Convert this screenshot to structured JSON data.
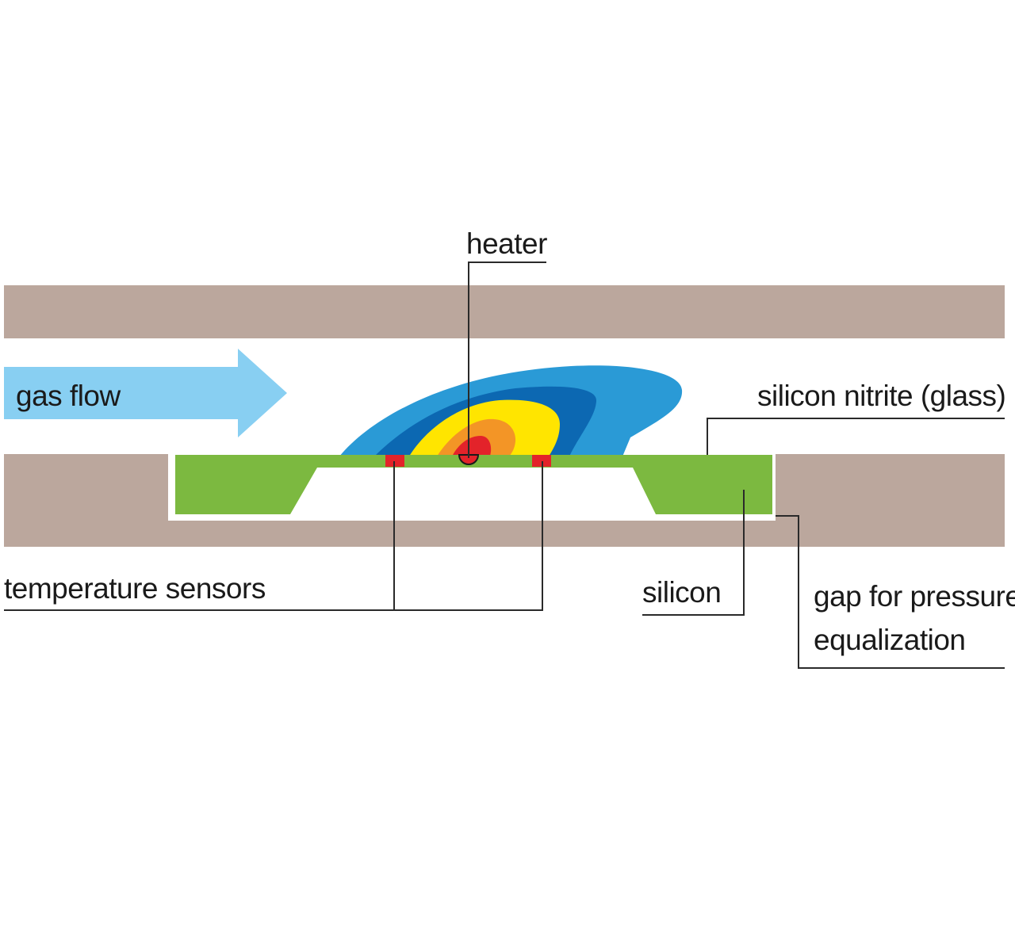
{
  "labels": {
    "heater": "heater",
    "gas_flow": "gas flow",
    "silicon_nitrite": "silicon nitrite (glass)",
    "temperature_sensors": "temperature sensors",
    "silicon": "silicon",
    "gap_line1": "gap for pressure",
    "gap_line2": "equalization"
  },
  "colors": {
    "channel_wall": "#bba79d",
    "gas_flow_arrow": "#88cff2",
    "silicon": "#7cb940",
    "sensor": "#e3232a",
    "heat_outer": "#2a9ad6",
    "heat_mid": "#0c68b2",
    "heat_yellow": "#ffe500",
    "heat_orange": "#f39526",
    "heat_core": "#e3232a"
  }
}
